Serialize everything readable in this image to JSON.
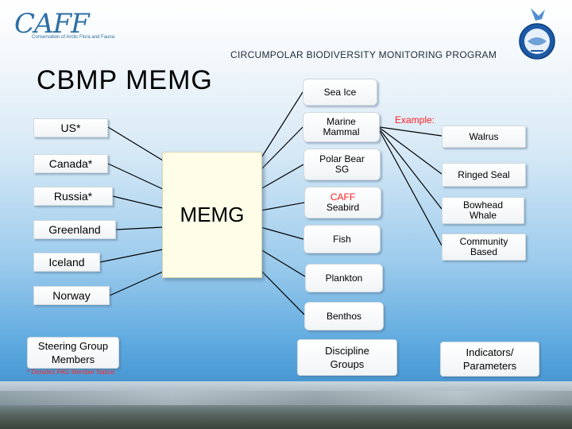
{
  "header": {
    "logo_text": "CAFF",
    "logo_subtitle": "Conservation of Arctic Flora and Fauna",
    "program_title": "CIRCUMPOLAR BIODIVERSITY MONITORING PROGRAM",
    "main_title": "CBMP MEMG",
    "seal_icon": "ccamlr-seal-icon"
  },
  "countries": [
    "US*",
    "Canada*",
    "Russia*",
    "Greenland",
    "Iceland",
    "Norway"
  ],
  "center_label": "MEMG",
  "groups": [
    "Sea Ice",
    "Marine Mammal",
    "Polar Bear SG",
    "CAFF",
    "Seabird",
    "Fish",
    "Plankton",
    "Benthos"
  ],
  "example_label": "Example:",
  "species": [
    "Walrus",
    "Ringed Seal",
    "Bowhead Whale",
    "Community Based"
  ],
  "footer": {
    "steering": "Steering Group Members",
    "footnote": "* Denotes PAG Member Nation",
    "discipline": "Discipline Groups",
    "indicators": "Indicators/ Parameters"
  },
  "colors": {
    "connector": "#000000",
    "example_text": "#ff2020",
    "caff_text": "#ff2020",
    "footnote_text": "#ff2a2a",
    "logo_blue": "#2e6fa3"
  }
}
